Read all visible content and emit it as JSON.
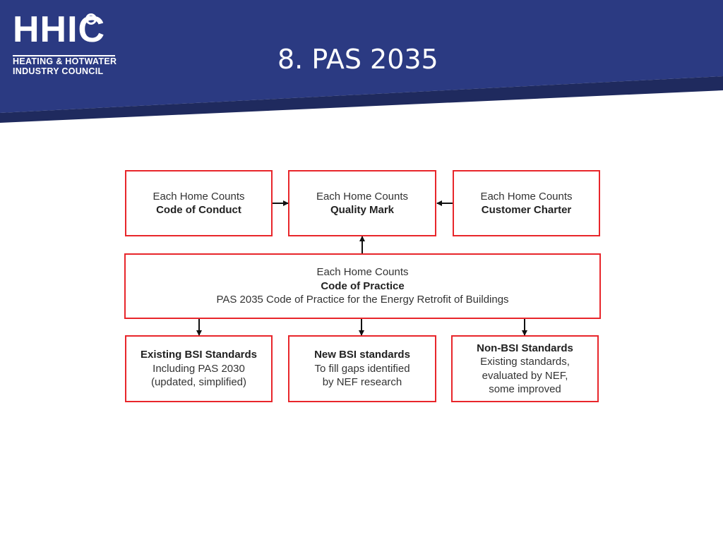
{
  "header": {
    "logo": {
      "mark": "HHIC",
      "line1": "HEATING & HOTWATER",
      "line2": "INDUSTRY COUNCIL"
    },
    "title": "8. PAS 2035"
  },
  "diagram": {
    "code_of_conduct": {
      "line1": "Each Home Counts",
      "line2": "Code of Conduct"
    },
    "quality_mark": {
      "line1": "Each Home Counts",
      "line2": "Quality Mark"
    },
    "customer_charter": {
      "line1": "Each Home Counts",
      "line2": "Customer Charter"
    },
    "code_of_practice": {
      "line1": "Each Home Counts",
      "line2": "Code of Practice",
      "line3": "PAS 2035 Code of Practice for the Energy Retrofit of Buildings"
    },
    "existing_bsi": {
      "line1": "Existing BSI Standards",
      "line2": "Including PAS 2030",
      "line3": "(updated, simplified)"
    },
    "new_bsi": {
      "line1": "New BSI standards",
      "line2": "To fill gaps identified",
      "line3": "by NEF research"
    },
    "non_bsi": {
      "line1": "Non-BSI Standards",
      "line2": "Existing standards,",
      "line3": "evaluated by NEF,",
      "line4": "some improved"
    }
  },
  "colors": {
    "header_navy": "#2b3a82",
    "header_band": "#1f2a5e",
    "box_border": "#e8262b",
    "arrow": "#111111"
  }
}
